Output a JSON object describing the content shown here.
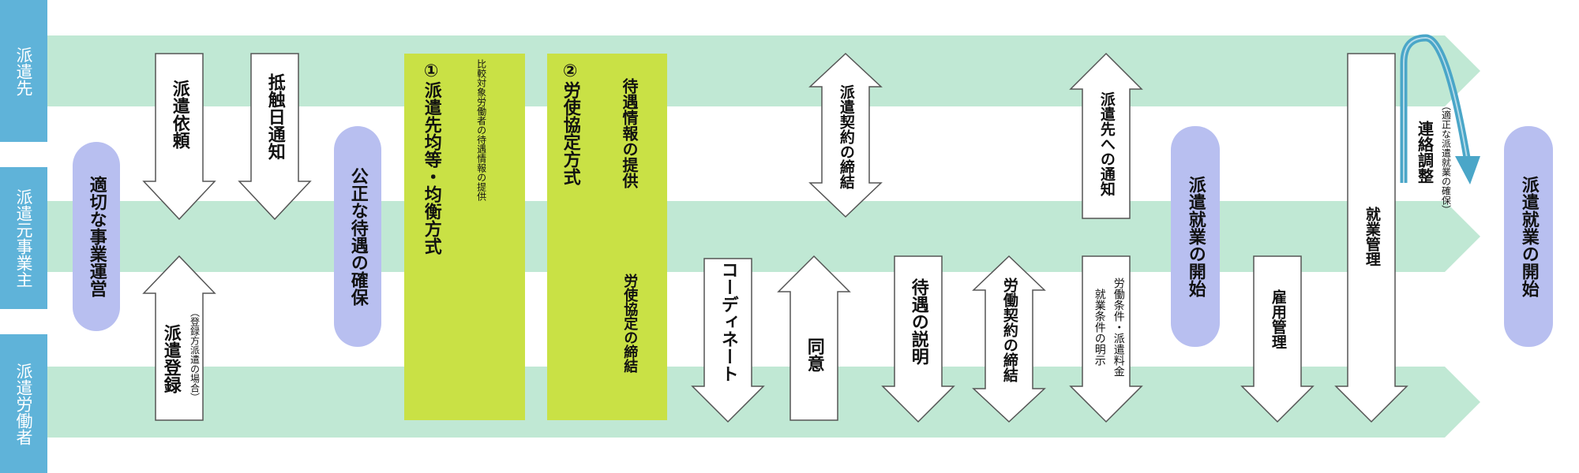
{
  "lanes": [
    {
      "label": "派遣先"
    },
    {
      "label": "派遣元事業主"
    },
    {
      "label": "派遣労働者"
    }
  ],
  "steps": {
    "proper_operation": "適切な事業運営",
    "dispatch_request": "派遣依頼",
    "dispatch_registration": "派遣登録",
    "registration_note": "（登録方派遣の場合）",
    "conflict_notice": "抵触日通知",
    "fair_treatment": "公正な待遇の確保",
    "method1_title": "①派遣先均等・均衡方式",
    "method1_info": "比較対象労働者の待遇情報の提供",
    "method2_title": "②労使協定方式",
    "method2_info": "待遇情報の提供",
    "method2_agreement": "労使協定の締結",
    "coordinate": "コーディネート",
    "consent": "同意",
    "contract_conclusion": "派遣契約の締結",
    "treatment_explanation": "待遇の説明",
    "labor_contract": "労働契約の締結",
    "notice_to_client": "派遣先への通知",
    "condition_line1": "労働条件・派遣料金",
    "condition_line2": "就業条件の明示",
    "work_start_mid": "派遣就業の開始",
    "employment_mgmt": "雇用管理",
    "work_mgmt": "就業管理",
    "liaison": "連絡調整",
    "liaison_note": "（適正な派遣就業の確保）",
    "work_start_end": "派遣就業の開始"
  },
  "colors": {
    "band": "#c0e8d4",
    "lane_label_bg": "#5fb3d9",
    "pill": "#b8bff0",
    "green_panel": "#c9e145",
    "curved_arrow": "#4aa6c8"
  }
}
